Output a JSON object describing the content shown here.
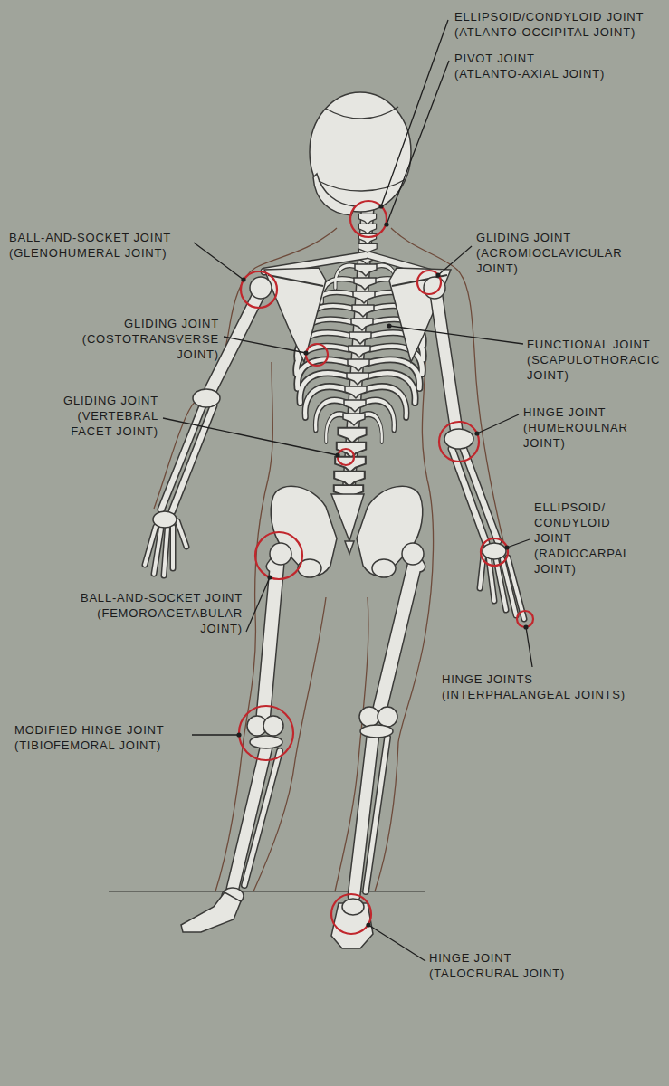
{
  "diagram": {
    "labels": [
      "ELLIPSOID/CONDYLOID JOINT",
      "(ATLANTO-OCCIPITAL JOINT)",
      "PIVOT JOINT",
      "(ATLANTO-AXIAL JOINT)",
      "BALL-AND-SOCKET JOINT",
      "(GLENOHUMERAL JOINT)",
      "GLIDING JOINT",
      "(ACROMIOCLAVICULAR JOINT)",
      "GLIDING JOINT",
      "(COSTOTRANSVERSE JOINT)",
      "FUNCTIONAL JOINT",
      "(SCAPULOTHORACIC JOINT)",
      "GLIDING JOINT",
      "(VERTEBRAL FACET JOINT)",
      "HINGE JOINT",
      "(HUMEROULNAR JOINT)",
      "ELLIPSOID/ CONDYLOID JOINT",
      "(RADIOCARPAL JOINT)",
      "BALL-AND-SOCKET JOINT",
      "(FEMOROACETABULAR JOINT)",
      "HINGE JOINTS",
      "(INTERPHALANGEAL JOINTS)",
      "MODIFIED HINGE JOINT",
      "(TIBIOFEMORAL JOINT)",
      "HINGE JOINT",
      "(TALOCRURAL JOINT)"
    ]
  }
}
